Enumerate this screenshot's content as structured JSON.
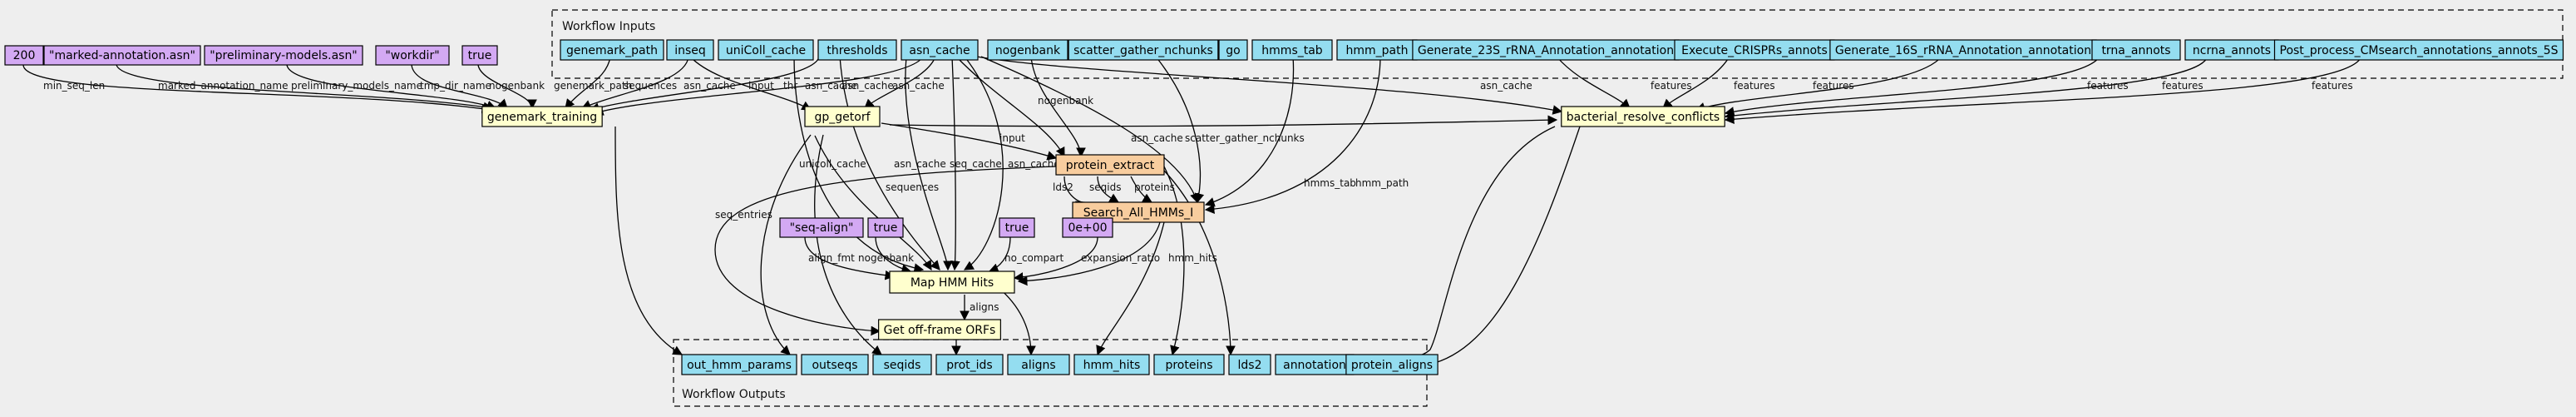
{
  "clusters": {
    "inputs_title": "Workflow Inputs",
    "outputs_title": "Workflow Outputs"
  },
  "colors": {
    "input": "#94ddf0",
    "literal": "#d3a9f3",
    "step": "#ffffce",
    "subworkflow": "#f8cd9e"
  },
  "nodes": {
    "lit_200": "200",
    "lit_marked": "\"marked-annotation.asn\"",
    "lit_prelim": "\"preliminary-models.asn\"",
    "lit_workdir": "\"workdir\"",
    "lit_true1": "true",
    "in_genemark_path": "genemark_path",
    "in_inseq": "inseq",
    "in_unicoll_cache": "uniColl_cache",
    "in_thresholds": "thresholds",
    "in_asn_cache": "asn_cache",
    "in_nogenbank": "nogenbank",
    "in_scatter": "scatter_gather_nchunks",
    "in_go": "go",
    "in_hmms_tab": "hmms_tab",
    "in_hmm_path": "hmm_path",
    "in_gen23s": "Generate_23S_rRNA_Annotation_annotation",
    "in_crispr": "Execute_CRISPRs_annots",
    "in_gen16s": "Generate_16S_rRNA_Annotation_annotation",
    "in_trna": "trna_annots",
    "in_ncrna": "ncrna_annots",
    "in_cmsearch": "Post_process_CMsearch_annotations_annots_5S",
    "st_genemark": "genemark_training",
    "st_getorf": "gp_getorf",
    "st_bacterial": "bacterial_resolve_conflicts",
    "st_protein_extract": "protein_extract",
    "st_search_hmms": "Search_All_HMMs_I",
    "st_map_hmm": "Map HMM Hits",
    "st_offframe": "Get off-frame ORFs",
    "lit_seqalign": "\"seq-align\"",
    "lit_true2": "true",
    "lit_true3": "true",
    "lit_zero": "0e+00",
    "out_hmm_params": "out_hmm_params",
    "out_outseqs": "outseqs",
    "out_seqids": "seqids",
    "out_prot_ids": "prot_ids",
    "out_aligns": "aligns",
    "out_hmm_hits": "hmm_hits",
    "out_proteins": "proteins",
    "out_lds2": "lds2",
    "out_annotation": "annotation",
    "out_protein_aligns": "protein_aligns"
  },
  "edge_labels": {
    "min_seq_len": "min_seq_len",
    "marked_annotation_name": "marked_annotation_name",
    "preliminary_models_name": "preliminary_models_name",
    "tmp_dir_name": "tmp_dir_name",
    "nogenbank": "nogenbank",
    "genemark_path": "genemark_path",
    "sequences": "sequences",
    "asn_cache": "asn_cache",
    "input": "input",
    "thr": "thr",
    "features": "features",
    "unicoll_cache": "unicoll_cache",
    "seq_cache": "seq_cache",
    "scatter_gather_nchunks": "scatter_gather_nchunks",
    "hmms_tab": "hmms_tab",
    "hmm_path": "hmm_path",
    "lds2": "lds2",
    "seqids": "seqids",
    "proteins": "proteins",
    "seq_entries": "seq_entries",
    "align_fmt": "align_fmt",
    "no_compart": "no_compart",
    "expansion_ratio": "expansion_ratio",
    "hmm_hits": "hmm_hits",
    "aligns": "aligns"
  }
}
